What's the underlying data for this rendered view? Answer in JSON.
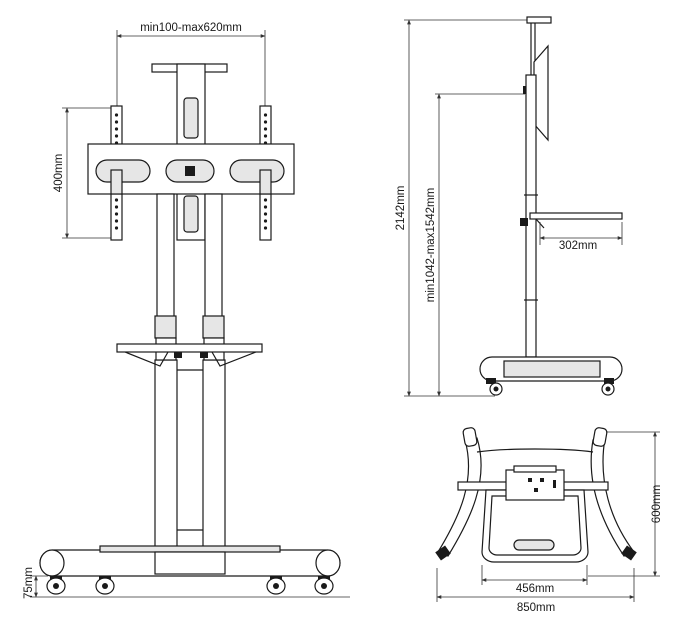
{
  "front_view": {
    "mount_width_range": "min100-max620mm",
    "mount_height": "400mm",
    "base_height": "75mm"
  },
  "side_view": {
    "total_height": "2142mm",
    "adjust_range": "min1042-max1542mm",
    "shelf_depth": "302mm"
  },
  "top_view": {
    "base_depth": "600mm",
    "inner_width": "456mm",
    "base_width": "850mm"
  }
}
